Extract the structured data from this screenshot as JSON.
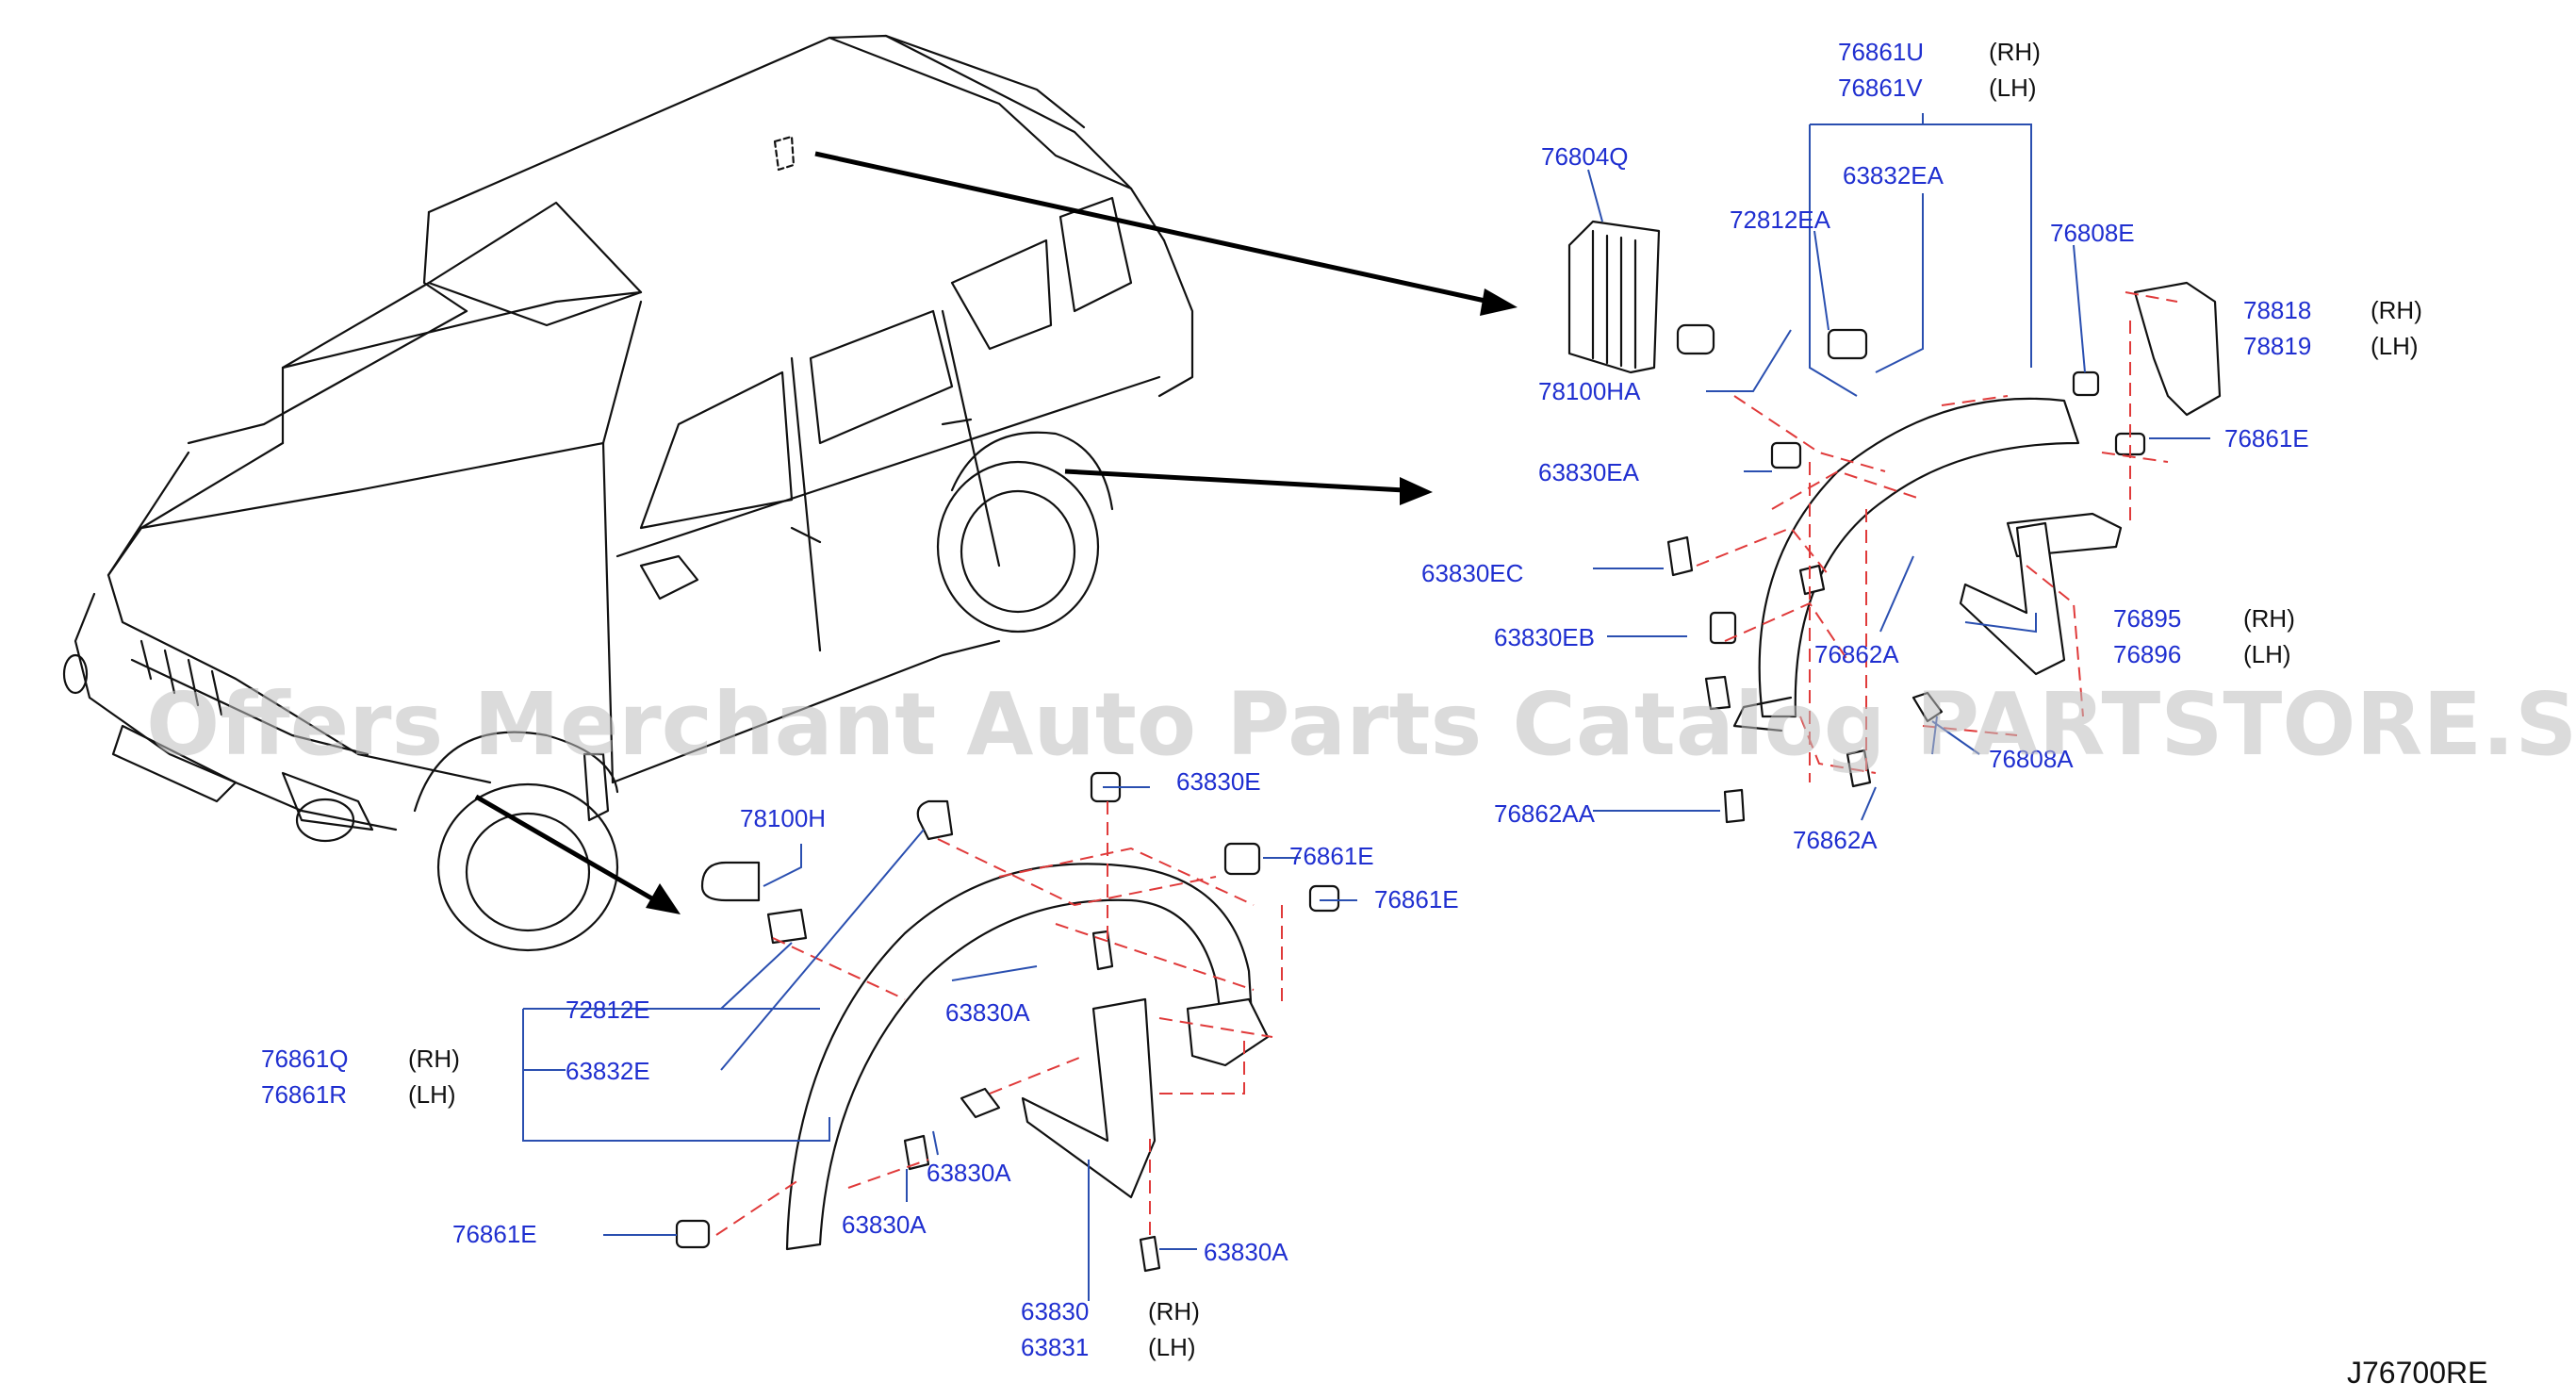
{
  "labels": {
    "p76861U": "76861U",
    "rh1": "(RH)",
    "p76861V": "76861V",
    "lh1": "(LH)",
    "p76804Q": "76804Q",
    "p63832EA": "63832EA",
    "p72812EA": "72812EA",
    "p76808E": "76808E",
    "p78818": "78818",
    "rh2": "(RH)",
    "p78819": "78819",
    "lh2": "(LH)",
    "p78100HA": "78100HA",
    "p76861E_a": "76861E",
    "p63830EA": "63830EA",
    "p63830EC": "63830EC",
    "p76895": "76895",
    "rh3": "(RH)",
    "p76896": "76896",
    "lh3": "(LH)",
    "p63830EB": "63830EB",
    "p76862A_a": "76862A",
    "p76808A": "76808A",
    "p76862AA": "76862AA",
    "p76862A_b": "76862A",
    "p63830E": "63830E",
    "p78100H": "78100H",
    "p76861E_b": "76861E",
    "p76861E_c": "76861E",
    "p72812E": "72812E",
    "p63830A_a": "63830A",
    "p76861Q": "76861Q",
    "rh4": "(RH)",
    "p63832E": "63832E",
    "p76861R": "76861R",
    "lh4": "(LH)",
    "p63830A_b": "63830A",
    "p76861E_d": "76861E",
    "p63830A_c": "63830A",
    "p63830A_d": "63830A",
    "p63830": "63830",
    "rh5": "(RH)",
    "p63831": "63831",
    "lh5": "(LH)"
  },
  "diagram_code": "J76700RE",
  "watermark": "Offers Merchant Auto Parts Catalog PARTSTORE.SA",
  "colors": {
    "part_number": "#1f2fd0",
    "leader_line": "#2a4fb0",
    "dashed_guide": "#e03a3a",
    "line_art": "#111111",
    "watermark": "#bdbdbd"
  }
}
